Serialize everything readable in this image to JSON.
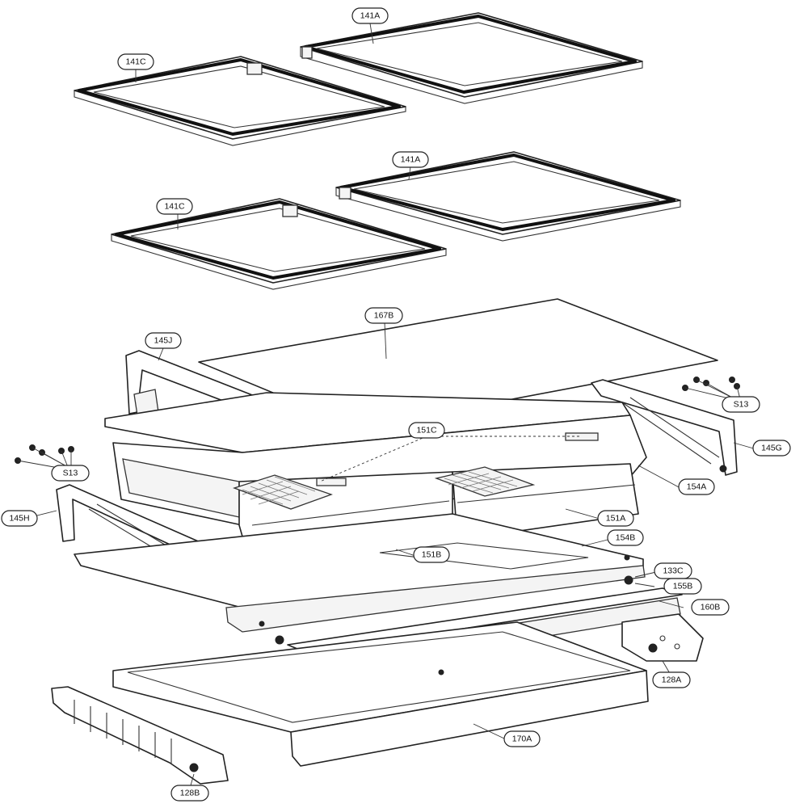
{
  "callouts": {
    "c141a_top": "141A",
    "c141c_top": "141C",
    "c141a_mid": "141A",
    "c141c_mid": "141C",
    "c167b": "167B",
    "c145j": "145J",
    "c151c": "151C",
    "cs13_right": "S13",
    "cs13_left": "S13",
    "c145g": "145G",
    "c145h": "145H",
    "c154a": "154A",
    "c151a": "151A",
    "c154b": "154B",
    "c151b": "151B",
    "c133c": "133C",
    "c155b": "155B",
    "c160b": "160B",
    "c128a": "128A",
    "c170a": "170A",
    "c128b": "128B"
  }
}
